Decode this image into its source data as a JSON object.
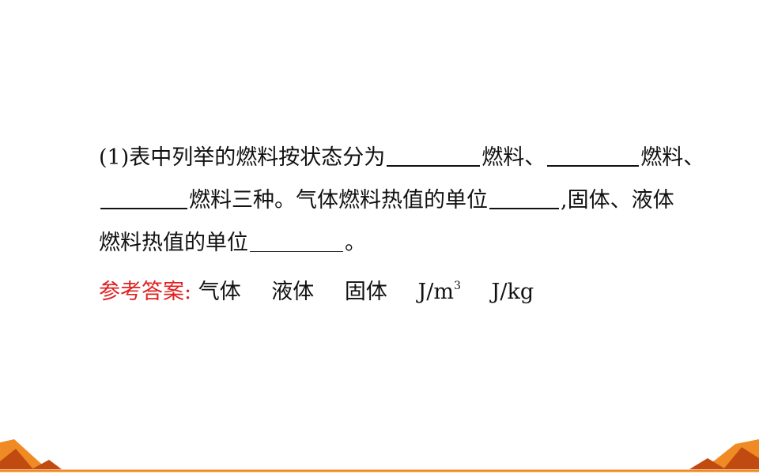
{
  "question": {
    "line1_part1": "(1)表中列举的燃料按状态分为",
    "line1_part2": "燃料、",
    "line1_part3": "燃料、",
    "line2_part1": "燃料三种。气体燃料热值的单位",
    "line2_part2": ",固体、液体",
    "line3_part1": "燃料热值的单位",
    "line3_part2": "。"
  },
  "answer": {
    "label": "参考答案:",
    "item1": "气体",
    "item2": "液体",
    "item3": "固体",
    "item4_base": "J/m",
    "item4_sup": "3",
    "item5": "J/kg"
  },
  "colors": {
    "answer_label": "#e02020",
    "deco_orange": "#f08a24",
    "deco_dark": "#c04a10"
  }
}
